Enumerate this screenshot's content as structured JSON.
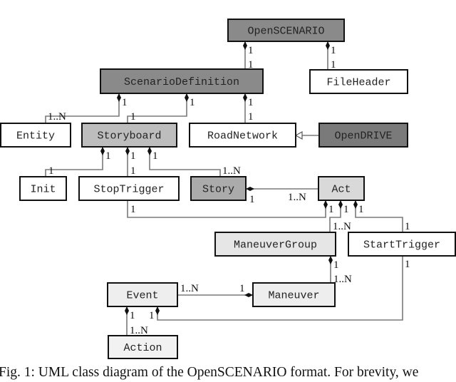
{
  "diagram": {
    "type": "UML class diagram",
    "classes": [
      {
        "name": "OpenSCENARIO",
        "fill": "#8a8a8a"
      },
      {
        "name": "ScenarioDefinition",
        "fill": "#8a8a8a"
      },
      {
        "name": "FileHeader",
        "fill": "#ffffff"
      },
      {
        "name": "Entity",
        "fill": "#ffffff"
      },
      {
        "name": "Storyboard",
        "fill": "#bdbdbd"
      },
      {
        "name": "RoadNetwork",
        "fill": "#ffffff"
      },
      {
        "name": "OpenDRIVE",
        "fill": "#7a7a7a"
      },
      {
        "name": "Init",
        "fill": "#ffffff"
      },
      {
        "name": "StopTrigger",
        "fill": "#ffffff"
      },
      {
        "name": "Story",
        "fill": "#ababab"
      },
      {
        "name": "Act",
        "fill": "#d9d9d9"
      },
      {
        "name": "ManeuverGroup",
        "fill": "#e6e6e6"
      },
      {
        "name": "StartTrigger",
        "fill": "#ffffff"
      },
      {
        "name": "Event",
        "fill": "#eeeeee"
      },
      {
        "name": "Maneuver",
        "fill": "#eeeeee"
      },
      {
        "name": "Action",
        "fill": "#f2f2f2"
      }
    ],
    "relations": [
      {
        "kind": "composition",
        "whole": "OpenSCENARIO",
        "part": "ScenarioDefinition",
        "whole_mult": "1",
        "part_mult": "1"
      },
      {
        "kind": "composition",
        "whole": "OpenSCENARIO",
        "part": "FileHeader",
        "whole_mult": "1",
        "part_mult": "1"
      },
      {
        "kind": "composition",
        "whole": "ScenarioDefinition",
        "part": "Entity",
        "whole_mult": "1",
        "part_mult": "1..N"
      },
      {
        "kind": "composition",
        "whole": "ScenarioDefinition",
        "part": "Storyboard",
        "whole_mult": "1",
        "part_mult": "1"
      },
      {
        "kind": "composition",
        "whole": "ScenarioDefinition",
        "part": "RoadNetwork",
        "whole_mult": "1",
        "part_mult": "1"
      },
      {
        "kind": "composition",
        "whole": "Storyboard",
        "part": "Init",
        "whole_mult": "1",
        "part_mult": "1"
      },
      {
        "kind": "composition",
        "whole": "Storyboard",
        "part": "StopTrigger",
        "whole_mult": "1",
        "part_mult": "1"
      },
      {
        "kind": "composition",
        "whole": "Storyboard",
        "part": "Story",
        "whole_mult": "1",
        "part_mult": "1..N"
      },
      {
        "kind": "composition",
        "whole": "Story",
        "part": "Act",
        "whole_mult": "1",
        "part_mult": "1..N"
      },
      {
        "kind": "composition",
        "whole": "Act",
        "part": "StopTrigger",
        "whole_mult": "1",
        "part_mult": "1"
      },
      {
        "kind": "composition",
        "whole": "Act",
        "part": "ManeuverGroup",
        "whole_mult": "1",
        "part_mult": "1..N"
      },
      {
        "kind": "composition",
        "whole": "Act",
        "part": "StartTrigger",
        "whole_mult": "1",
        "part_mult": "1"
      },
      {
        "kind": "composition",
        "whole": "ManeuverGroup",
        "part": "Maneuver",
        "whole_mult": "1",
        "part_mult": "1..N"
      },
      {
        "kind": "composition",
        "whole": "Maneuver",
        "part": "Event",
        "whole_mult": "1",
        "part_mult": "1..N"
      },
      {
        "kind": "composition",
        "whole": "Event",
        "part": "Action",
        "whole_mult": "1",
        "part_mult": "1..N"
      },
      {
        "kind": "composition",
        "whole": "Event",
        "part": "StartTrigger",
        "whole_mult": "1",
        "part_mult": "1"
      },
      {
        "kind": "generalization",
        "whole": "RoadNetwork",
        "part": "OpenDRIVE",
        "whole_mult": "",
        "part_mult": ""
      }
    ]
  },
  "caption": "Fig. 1: UML class diagram of the OpenSCENARIO format. For brevity, we"
}
